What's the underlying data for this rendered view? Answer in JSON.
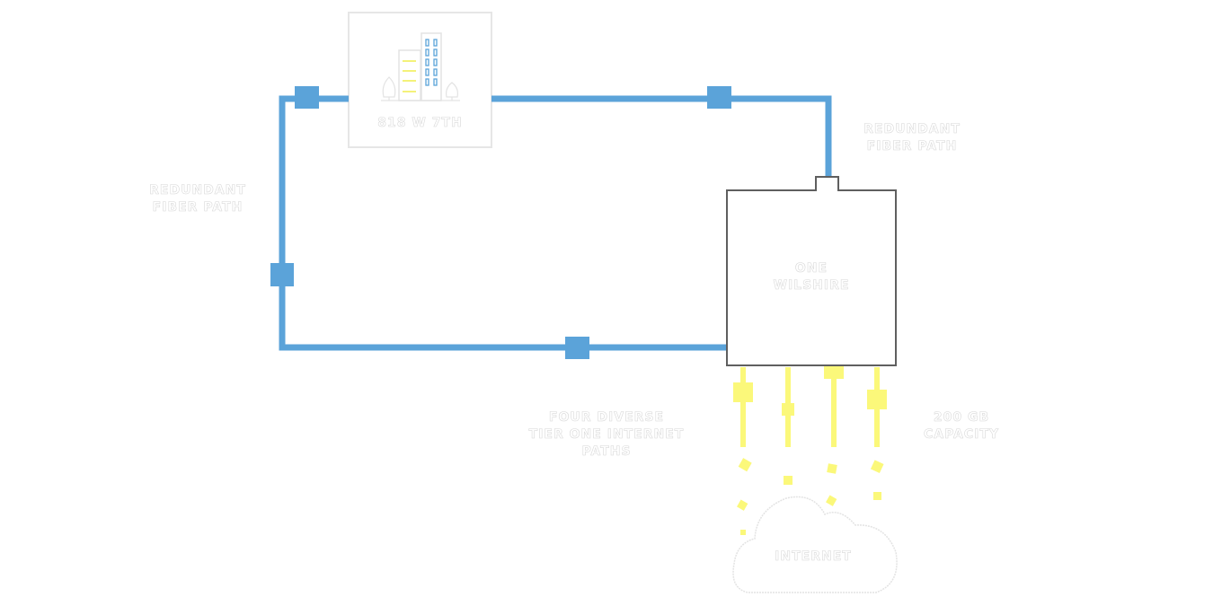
{
  "colors": {
    "fiber": "#5ba3d9",
    "internet_path": "#fbf87a",
    "box_border": "#5f5f5f",
    "building_border": "#e6e6e6",
    "label_outline": "#d9d9d9"
  },
  "nodes": {
    "building": {
      "label": "818 W 7TH",
      "icon": "office-building-icon"
    },
    "one_wilshire": {
      "label_lines": [
        "ONE",
        "WILSHIRE"
      ]
    },
    "internet": {
      "label": "INTERNET",
      "icon": "cloud-icon"
    }
  },
  "labels": {
    "redundant_right": [
      "REDUNDANT",
      "FIBER PATH"
    ],
    "redundant_left": [
      "REDUNDANT",
      "FIBER PATH"
    ],
    "diverse_paths": [
      "FOUR DIVERSE",
      "TIER ONE INTERNET",
      "PATHS"
    ],
    "capacity": [
      "200 GB",
      "CAPACITY"
    ]
  },
  "internet_paths_count": 4
}
